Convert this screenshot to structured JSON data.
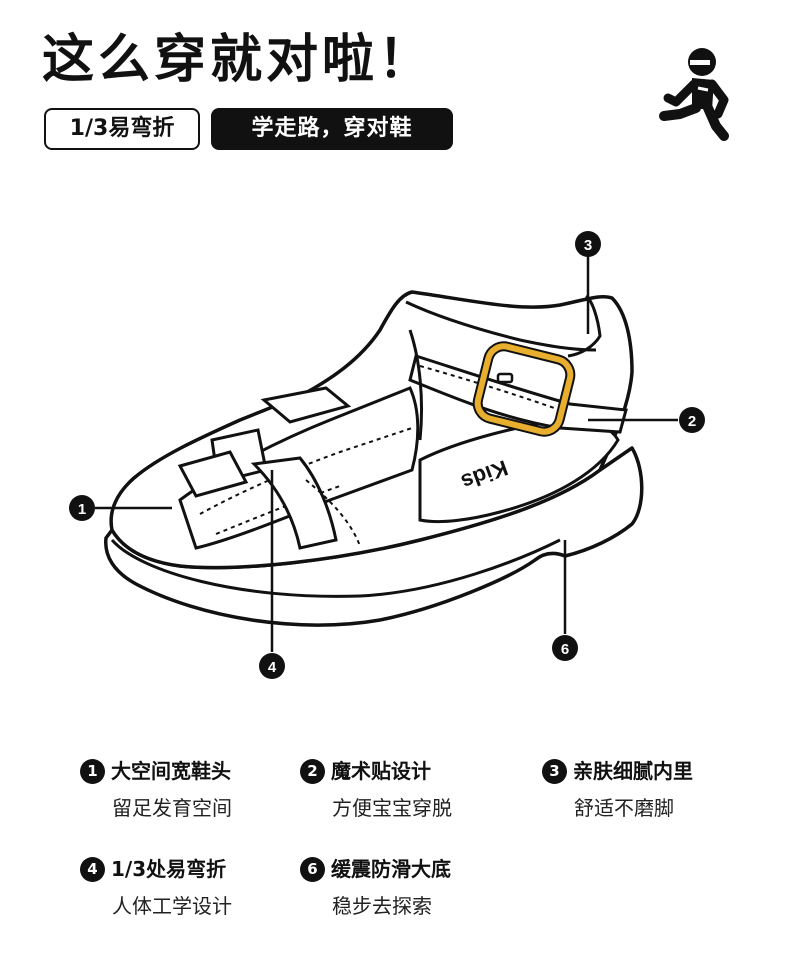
{
  "header": {
    "title": "这么穿就对啦！",
    "tag_primary": "1/3易弯折",
    "tag_secondary": "学走路，穿对鞋"
  },
  "illustration": {
    "insole_text": "Kids",
    "callouts": [
      "1",
      "2",
      "3",
      "4",
      "6"
    ],
    "buckle_color": "#E8AE2E"
  },
  "features": [
    {
      "num": "1",
      "title": "大空间宽鞋头",
      "desc": "留足发育空间"
    },
    {
      "num": "2",
      "title": "魔术贴设计",
      "desc": "方便宝宝穿脱"
    },
    {
      "num": "3",
      "title": "亲肤细腻内里",
      "desc": "舒适不磨脚"
    },
    {
      "num": "4",
      "title": "1/3处易弯折",
      "desc": "人体工学设计"
    },
    {
      "num": "6",
      "title": "缓震防滑大底",
      "desc": "稳步去探索"
    }
  ]
}
